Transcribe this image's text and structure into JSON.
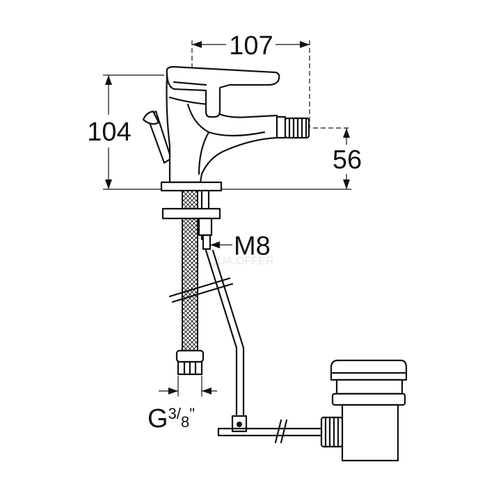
{
  "dimensions": {
    "width": "107",
    "height": "104",
    "spout_height": "56",
    "thread_size": "M8",
    "hose_connection": {
      "base": "G",
      "numerator": "3",
      "slash": "/",
      "denominator": "8",
      "unit": "\""
    }
  },
  "watermark": "QUA.OFFER"
}
